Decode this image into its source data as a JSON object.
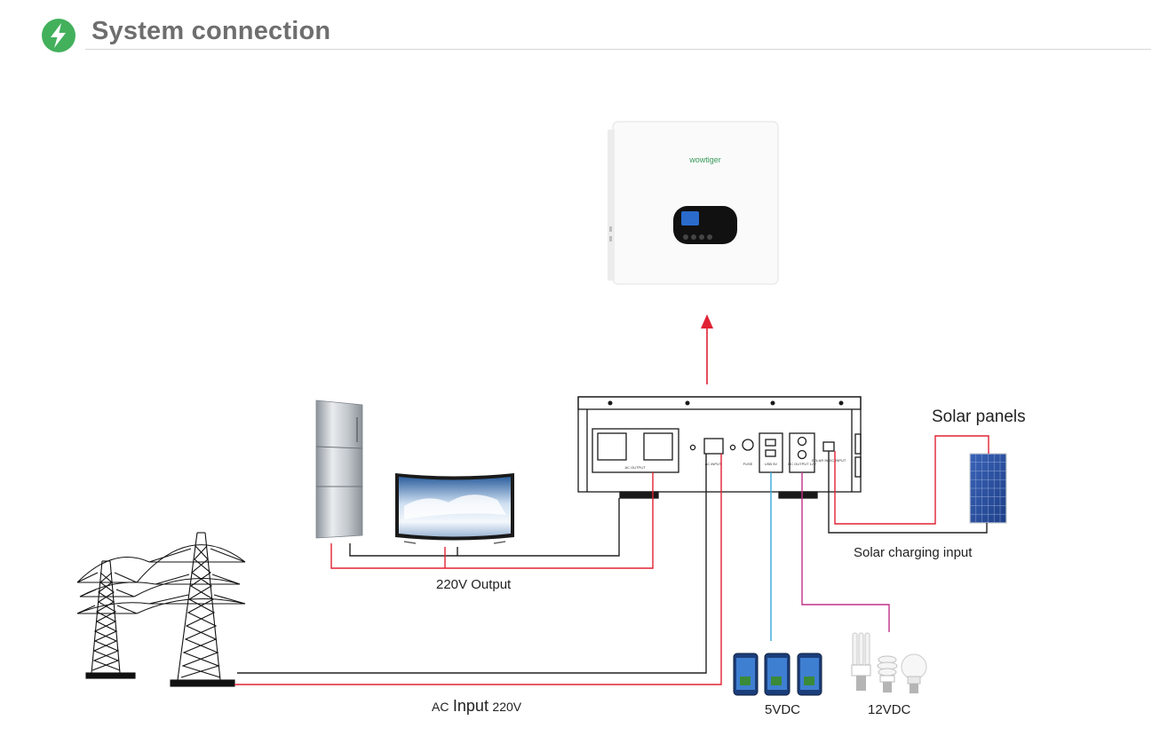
{
  "header": {
    "title": "System connection",
    "icon": "lightning-icon",
    "icon_color": "#43b05c"
  },
  "devices": {
    "inverter_brand": "wowtiger",
    "unit_labels": {
      "ac_output": "AC OUTPUT",
      "ac_input": "AC INPUT",
      "fuse": "FUSE",
      "usb": "USB 5V",
      "dc_output": "DC OUTPUT 12V",
      "solar": "SOLAR IN DC INPUT"
    }
  },
  "labels": {
    "solar_panels": "Solar panels",
    "solar_charging_input": "Solar charging input",
    "output_220v": "220V Output",
    "ac_input_prefix": "AC",
    "ac_input_word": "Input",
    "ac_input_suffix": "220V",
    "vdc5": "5VDC",
    "vdc12": "12VDC"
  },
  "wire_colors": {
    "positive": "#e02234",
    "negative": "#222222",
    "usb": "#3aa9d9",
    "dc12": "#c2308a"
  }
}
